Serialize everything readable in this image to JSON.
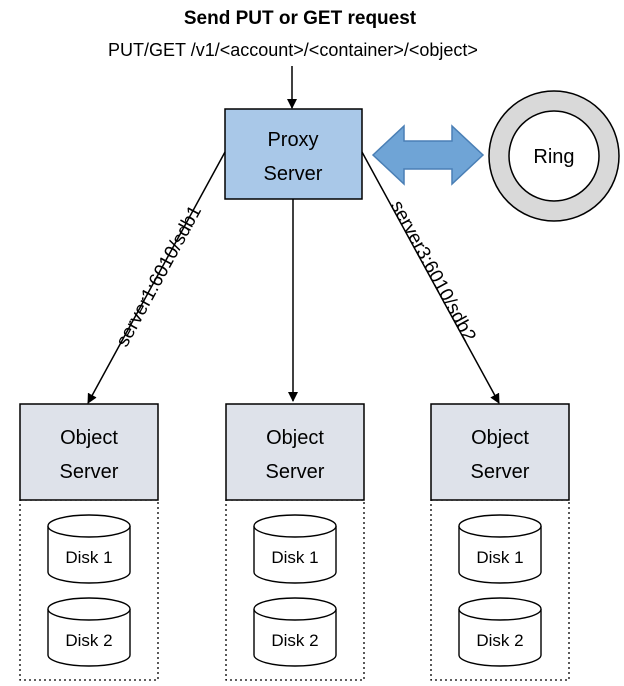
{
  "header": {
    "title": "Send PUT or GET request",
    "request_path": "PUT/GET /v1/<account>/<container>/<object>"
  },
  "proxy": {
    "line1": "Proxy",
    "line2": "Server"
  },
  "ring": {
    "label": "Ring"
  },
  "edges": {
    "left_label": "server1:6010/sdb1",
    "right_label": "server3:6010/sdb2"
  },
  "object_servers": [
    {
      "line1": "Object",
      "line2": "Server",
      "disks": [
        "Disk 1",
        "Disk 2"
      ]
    },
    {
      "line1": "Object",
      "line2": "Server",
      "disks": [
        "Disk 1",
        "Disk 2"
      ]
    },
    {
      "line1": "Object",
      "line2": "Server",
      "disks": [
        "Disk 1",
        "Disk 2"
      ]
    }
  ],
  "colors": {
    "proxy_fill": "#a9c8e8",
    "object_server_fill": "#dee2ea",
    "ring_outer_fill": "#d9d9d9",
    "double_arrow_fill": "#6fa4d6",
    "double_arrow_stroke": "#4a7fb5"
  },
  "icons": {
    "disk": "cylinder-disk-icon",
    "sync": "double-arrow-icon",
    "ring": "ring-icon"
  }
}
